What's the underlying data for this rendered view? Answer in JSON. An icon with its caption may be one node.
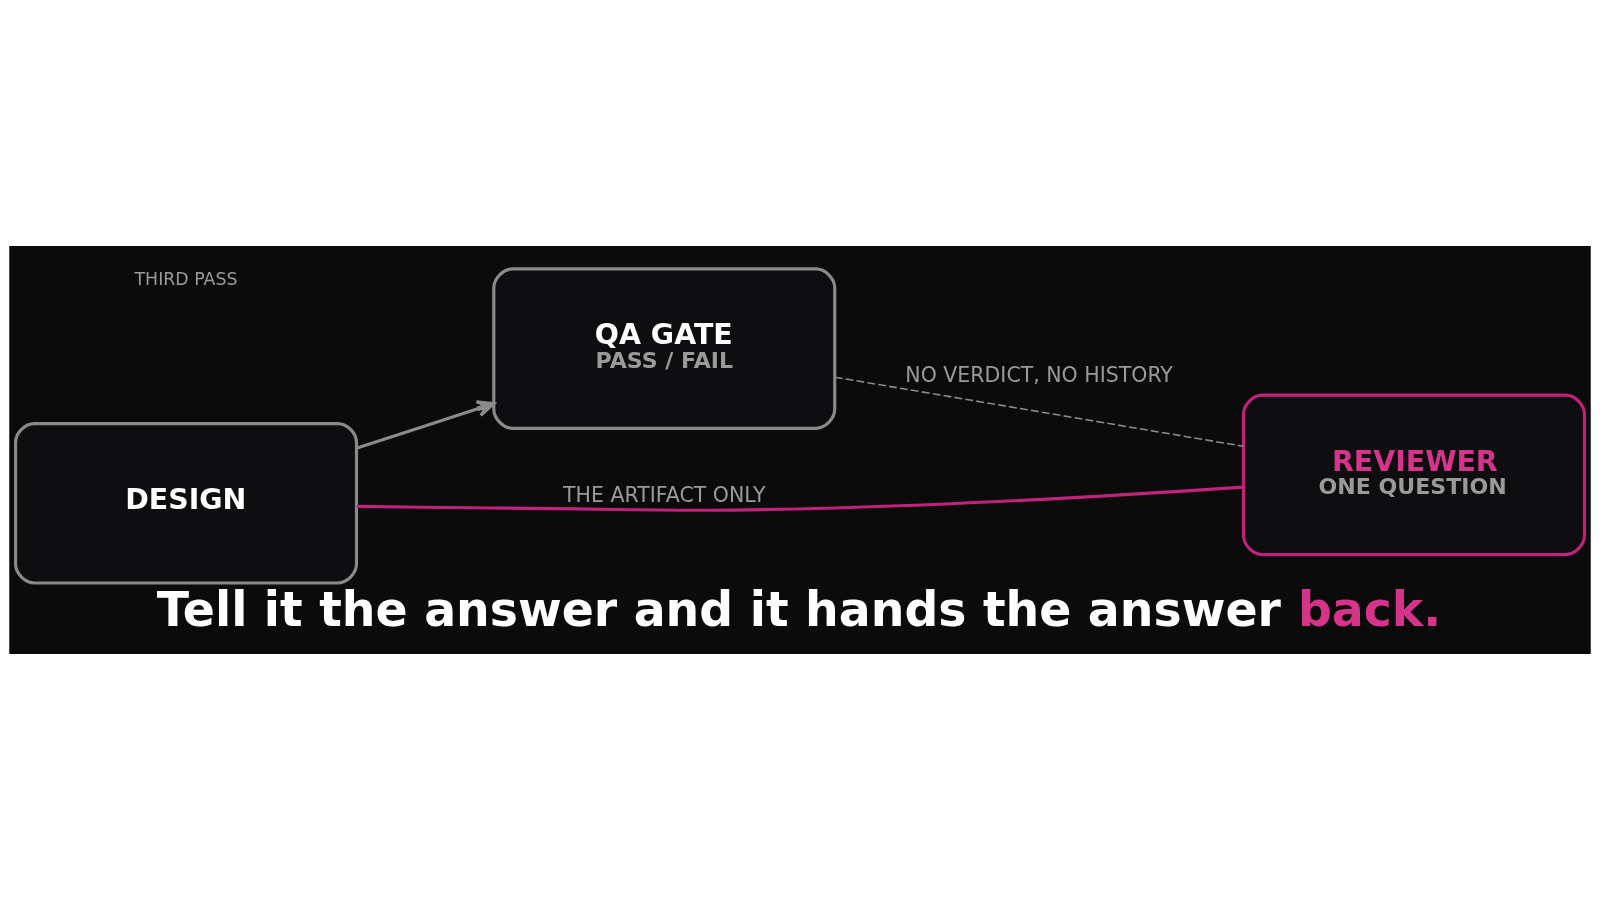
{
  "diagram": {
    "caption": "Tell it the answer and it hands the answer back.",
    "nodes": [
      {
        "text": [
          "DESIGN"
        ]
      },
      {
        "text": [
          "QA GATE",
          "PASS / FAIL"
        ]
      },
      {
        "text": [
          "REVIEWER",
          "ONE QUESTION"
        ]
      }
    ],
    "edges": [
      {
        "from": 0,
        "to": 1,
        "arrow": "to"
      },
      {
        "from": 1,
        "to": 2,
        "arrow": "none",
        "label": "NO VERDICT, NO HISTORY",
        "style": "dashed"
      },
      {
        "from": 0,
        "to": 2,
        "arrow": "none",
        "label": "THE ARTIFACT ONLY",
        "color": "#c2237a"
      }
    ],
    "labels": [
      "THIRD PASS"
    ]
  }
}
